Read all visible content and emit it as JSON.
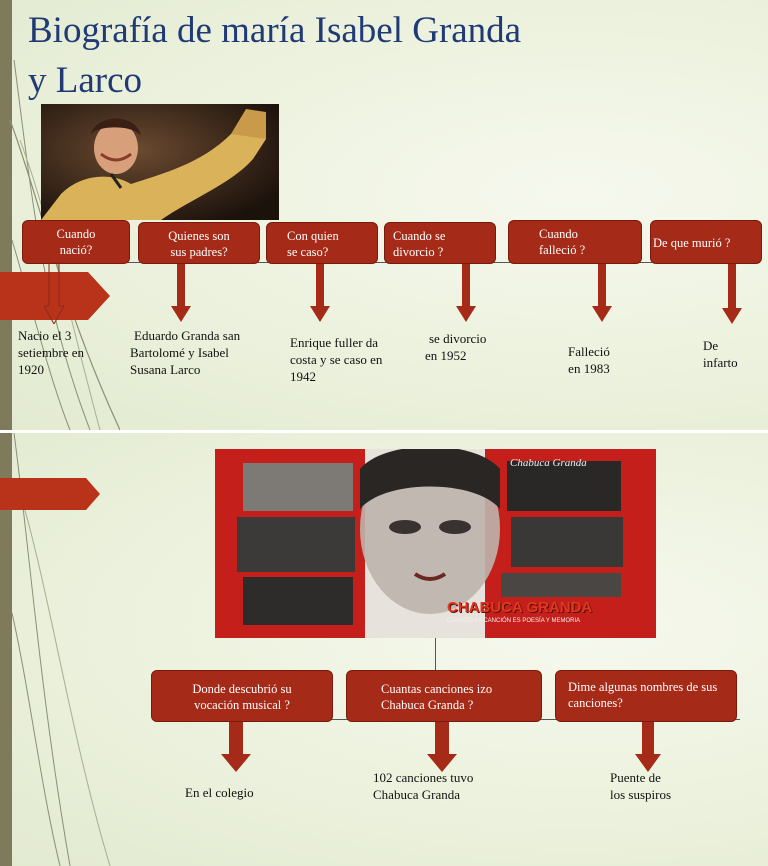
{
  "slide1": {
    "title_line1": "Biografía de maría Isabel Granda",
    "title_line2": "y Larco",
    "questions": [
      {
        "q1": "Cuando",
        "q2": "nació?"
      },
      {
        "q1": "Quienes son",
        "q2": "sus padres?"
      },
      {
        "q1": "Con quien",
        "q2": "se caso?"
      },
      {
        "q1": "Cuando se",
        "q2": "divorcio ?"
      },
      {
        "q1": "Cuando",
        "q2": "falleció ?"
      },
      {
        "q1": "De que murió ?",
        "q2": ""
      }
    ],
    "answers": [
      [
        "Nacio el 3",
        "setiembre en",
        "1920"
      ],
      [
        "Eduardo Granda san",
        "Bartolomé y Isabel",
        "Susana Larco"
      ],
      [
        "Enrique fuller  da",
        "costa y se caso en",
        "1942"
      ],
      [
        "se divorcio",
        "en 1952"
      ],
      [
        "Falleció",
        "en 1983"
      ],
      [
        "De",
        "infarto"
      ]
    ]
  },
  "slide2": {
    "poster_brand": "Chabuca Granda",
    "poster_title": "CHABUCA GRANDA",
    "poster_subtitle": "CUANDO LA CANCIÓN ES POESÍA Y MEMORIA",
    "questions": [
      {
        "q1": "Donde descubrió su",
        "q2": "vocación musical ?"
      },
      {
        "q1": "Cuantas canciones izo",
        "q2": "Chabuca Granda ?"
      },
      {
        "q1": "Dime algunas nombres de sus",
        "q2": "canciones?"
      }
    ],
    "answers": [
      [
        "En el colegio"
      ],
      [
        "102 canciones tuvo",
        "Chabuca Granda"
      ],
      [
        "Puente de",
        "los suspiros"
      ]
    ]
  },
  "colors": {
    "box": "#a52a17",
    "arrow": "#a52a17",
    "title": "#1f3a75",
    "chevron": "#b9321a"
  }
}
